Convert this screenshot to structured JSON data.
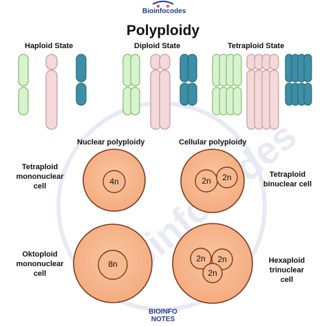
{
  "brand": {
    "top_logo_text": "Bioinfocodes",
    "bottom_logo_line1": "BIOINFO",
    "bottom_logo_line2": "NOTES",
    "watermark_text": "Bioinfocodes"
  },
  "title": "Polyploidy",
  "states": {
    "haploid": "Haploid State",
    "diploid": "Diploid State",
    "tetraploid": "Tetraploid State"
  },
  "columns": {
    "nuclear": "Nuclear polyploidy",
    "cellular": "Cellular polyploidy"
  },
  "cells": {
    "tetraploid_mononuclear": {
      "line1": "Tetraploid",
      "line2": "mononuclear",
      "line3": "cell",
      "nuclei": [
        "4n"
      ]
    },
    "tetraploid_binuclear": {
      "line1": "Tetraploid",
      "line2": "binuclear cell",
      "nuclei": [
        "2n",
        "2n"
      ]
    },
    "oktoploid_mononuclear": {
      "line1": "Oktoploid",
      "line2": "mononuclear",
      "line3": "cell",
      "nuclei": [
        "8n"
      ]
    },
    "hexaploid_trinuclear": {
      "line1": "Hexaploid",
      "line2": "trinuclear",
      "line3": "cell",
      "nuclei": [
        "2n",
        "2n",
        "2n"
      ]
    }
  },
  "colors": {
    "green_chromosome": "#d9f2cf",
    "green_chromosome_stroke": "#7fbf6a",
    "pink_chromosome": "#f3d9d9",
    "pink_chromosome_stroke": "#c9999a",
    "blue_chromosome": "#3d8fa6",
    "blue_chromosome_stroke": "#2a6a7d",
    "cell_fill": "#f7b98f",
    "cell_stroke": "#7a3a1c",
    "title_color": "#111111",
    "brand_color": "#1f3b8f"
  }
}
